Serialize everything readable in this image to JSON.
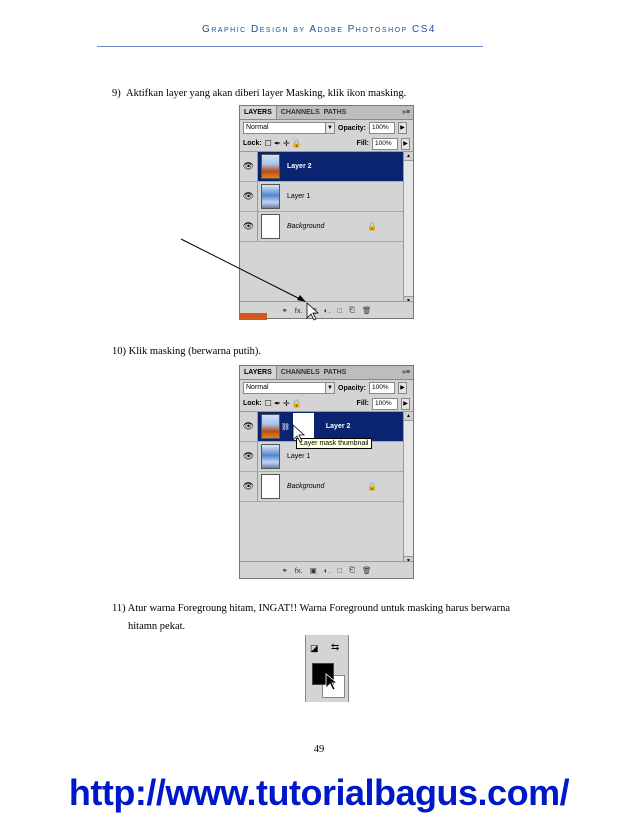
{
  "header": "Graphic Design by Adobe Photoshop CS4",
  "steps": {
    "s9": "9)  Aktifkan layer yang akan diberi layer Masking, klik ikon masking.",
    "s10": "10) Klik masking (berwarna putih).",
    "s11_line1": "11) Atur warna Foregroung hitam, INGAT!! Warna Foreground untuk masking harus berwarna",
    "s11_line2": "hitamn pekat."
  },
  "panel": {
    "tabs": [
      "LAYERS",
      "CHANNELS",
      "PATHS"
    ],
    "menu_icon": "»≡",
    "blend_mode": "Normal",
    "opacity_label": "Opacity:",
    "opacity_value": "100%",
    "lock_label": "Lock:",
    "lock_icons": "☐ ✒ ✛ 🔒",
    "fill_label": "Fill:",
    "fill_value": "100%",
    "layers": [
      "Layer 2",
      "Layer 1",
      "Background"
    ],
    "eye": "👁",
    "lock": "🔒",
    "bottom_icons": [
      "⚭",
      "fx.",
      "▣",
      "◐.",
      "□",
      "⎗",
      "🗑"
    ]
  },
  "tooltip": "Layer mask thumbnail",
  "page_number": "49",
  "footer_url": "http://www.tutorialbagus.com/"
}
